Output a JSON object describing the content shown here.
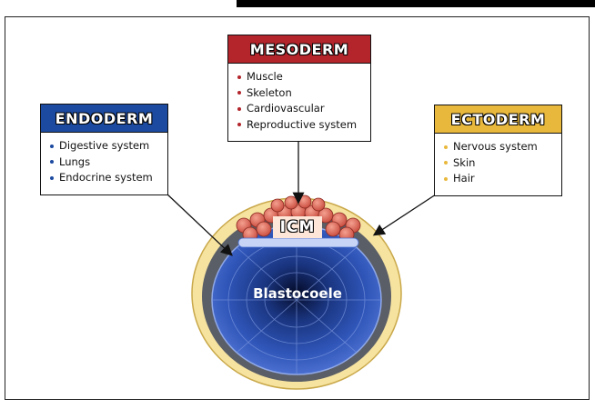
{
  "mesoderm": {
    "title": "MESODERM",
    "items": [
      "Muscle",
      "Skeleton",
      "Cardiovascular",
      "Reproductive system"
    ],
    "color": "#b3242b"
  },
  "endoderm": {
    "title": "ENDODERM",
    "items": [
      "Digestive system",
      "Lungs",
      "Endocrine system"
    ],
    "color": "#1c4aa0"
  },
  "ectoderm": {
    "title": "ECTODERM",
    "items": [
      "Nervous system",
      "Skin",
      "Hair"
    ],
    "color": "#e8b83c"
  },
  "labels": {
    "icm": "ICM",
    "blastocoele": "Blastocoele"
  }
}
